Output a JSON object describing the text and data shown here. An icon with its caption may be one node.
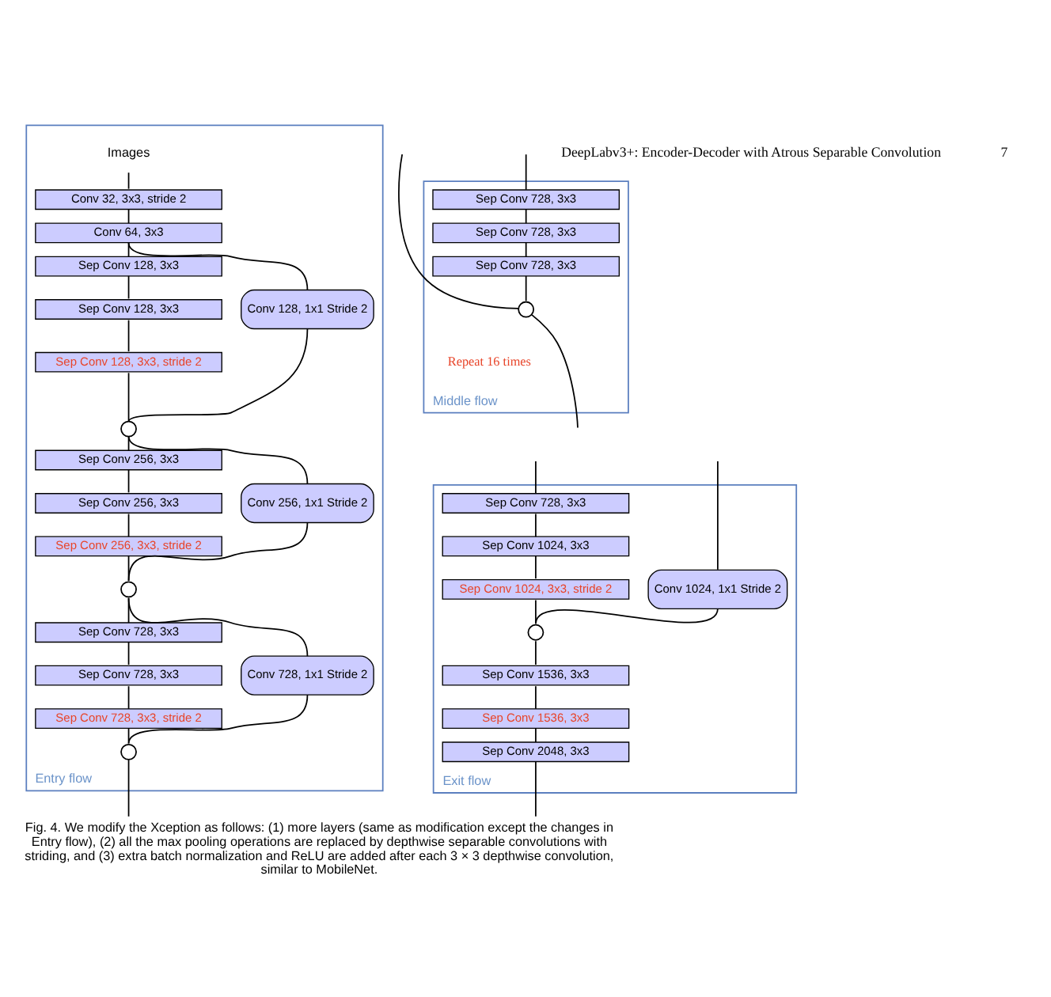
{
  "diagram": {
    "caption": "Fig. 4. We modify the Xception as follows: (1) more layers (same as modification except the changes in Entry flow), (2) all the max pooling operations are replaced by depthwise separable convolutions with striding, and (3) extra batch normalization and ReLU are added after each 3 × 3 depthwise convolution, similar to MobileNet.",
    "nodes": [
      {
        "text": [
          "Entry flow"
        ]
      },
      {
        "text": [
          "Images"
        ],
        "in": 0
      },
      {
        "text": [
          "Conv 32, 3x3, stride 2"
        ],
        "in": 0
      },
      {
        "text": [
          "Conv 64, 3x3"
        ],
        "in": 0
      },
      {
        "text": [
          "Sep Conv 128, 3x3"
        ],
        "in": 0
      },
      {
        "text": [
          "Sep Conv 128, 3x3"
        ],
        "in": 0
      },
      {
        "text": [
          "Sep Conv 128, 3x3, stride 2"
        ],
        "in": 0
      },
      {
        "text": [
          "Conv 128, 1x1 Stride 2"
        ],
        "in": 0
      },
      {
        "text": [],
        "shape": "circle",
        "in": 0
      },
      {
        "text": [
          "Sep Conv 256, 3x3"
        ],
        "in": 0
      },
      {
        "text": [
          "Sep Conv 256, 3x3"
        ],
        "in": 0
      },
      {
        "text": [
          "Sep Conv 256, 3x3, stride 2"
        ],
        "in": 0
      },
      {
        "text": [
          "Conv 256, 1x1 Stride 2"
        ],
        "in": 0
      },
      {
        "text": [],
        "shape": "circle",
        "in": 0
      },
      {
        "text": [
          "Sep Conv 728, 3x3"
        ],
        "in": 0
      },
      {
        "text": [
          "Sep Conv 728, 3x3"
        ],
        "in": 0
      },
      {
        "text": [
          "Sep Conv 728, 3x3, stride 2"
        ],
        "in": 0
      },
      {
        "text": [
          "Conv 728, 1x1 Stride 2"
        ],
        "in": 0
      },
      {
        "text": [],
        "shape": "circle",
        "in": 0
      },
      {
        "text": [
          "Middle flow"
        ]
      },
      {
        "text": [
          "Sep Conv 728, 3x3"
        ],
        "in": 19
      },
      {
        "text": [
          "Sep Conv 728, 3x3"
        ],
        "in": 19
      },
      {
        "text": [
          "Sep Conv 728, 3x3"
        ],
        "in": 19
      },
      {
        "text": [],
        "shape": "circle",
        "in": 19
      },
      {
        "text": [
          "Exit flow"
        ]
      },
      {
        "text": [
          "Sep Conv 728, 3x3"
        ],
        "in": 24
      },
      {
        "text": [
          "Sep Conv 1024, 3x3"
        ],
        "in": 24
      },
      {
        "text": [
          "Sep Conv 1024, 3x3, stride 2"
        ],
        "in": 24
      },
      {
        "text": [
          "Conv 1024, 1x1 Stride 2"
        ],
        "in": 24
      },
      {
        "text": [],
        "shape": "circle",
        "in": 24
      },
      {
        "text": [
          "Sep Conv 1536, 3x3"
        ],
        "in": 24
      },
      {
        "text": [
          "Sep Conv 1536, 3x3"
        ],
        "in": 24
      },
      {
        "text": [
          "Sep Conv 2048, 3x3"
        ],
        "in": 24
      }
    ],
    "edges": [
      {
        "from": 1,
        "to": 2,
        "arrow": "none"
      },
      {
        "from": 2,
        "to": 3,
        "arrow": "none"
      },
      {
        "from": 3,
        "to": 4,
        "arrow": "none"
      },
      {
        "from": 3,
        "to": 7,
        "arrow": "none"
      },
      {
        "from": 4,
        "to": 5,
        "arrow": "none"
      },
      {
        "from": 5,
        "to": 6,
        "arrow": "none"
      },
      {
        "from": 6,
        "to": 8,
        "arrow": "none"
      },
      {
        "from": 7,
        "to": 8,
        "arrow": "none"
      },
      {
        "from": 8,
        "to": 9,
        "arrow": "none"
      },
      {
        "from": 8,
        "to": 12,
        "arrow": "none"
      },
      {
        "from": 9,
        "to": 10,
        "arrow": "none"
      },
      {
        "from": 10,
        "to": 11,
        "arrow": "none"
      },
      {
        "from": 11,
        "to": 13,
        "arrow": "none"
      },
      {
        "from": 12,
        "to": 13,
        "arrow": "none"
      },
      {
        "from": 13,
        "to": 14,
        "arrow": "none"
      },
      {
        "from": 13,
        "to": 17,
        "arrow": "none"
      },
      {
        "from": 14,
        "to": 15,
        "arrow": "none"
      },
      {
        "from": 15,
        "to": 16,
        "arrow": "none"
      },
      {
        "from": 16,
        "to": 18,
        "arrow": "none"
      },
      {
        "from": 17,
        "to": 18,
        "arrow": "none"
      },
      {
        "from": 18,
        "to": null,
        "arrow": "none"
      },
      {
        "from": null,
        "to": 20,
        "arrow": "none"
      },
      {
        "from": null,
        "to": 23,
        "arrow": "none"
      },
      {
        "from": 20,
        "to": 21,
        "arrow": "none"
      },
      {
        "from": 21,
        "to": 22,
        "arrow": "none"
      },
      {
        "from": 22,
        "to": 23,
        "arrow": "none"
      },
      {
        "from": 23,
        "to": null,
        "arrow": "none"
      },
      {
        "from": null,
        "to": 25,
        "arrow": "none"
      },
      {
        "from": null,
        "to": 28,
        "arrow": "none"
      },
      {
        "from": 25,
        "to": 26,
        "arrow": "none"
      },
      {
        "from": 26,
        "to": 27,
        "arrow": "none"
      },
      {
        "from": 27,
        "to": 29,
        "arrow": "none"
      },
      {
        "from": 28,
        "to": 29,
        "arrow": "none"
      },
      {
        "from": 29,
        "to": 30,
        "arrow": "none"
      },
      {
        "from": 30,
        "to": 31,
        "arrow": "none"
      },
      {
        "from": 31,
        "to": 32,
        "arrow": "none"
      },
      {
        "from": 32,
        "to": null,
        "arrow": "none"
      }
    ],
    "labels": [
      "DeepLabv3+: Encoder-Decoder with Atrous Separable Convolution",
      "7",
      "Repeat 16 times"
    ]
  }
}
